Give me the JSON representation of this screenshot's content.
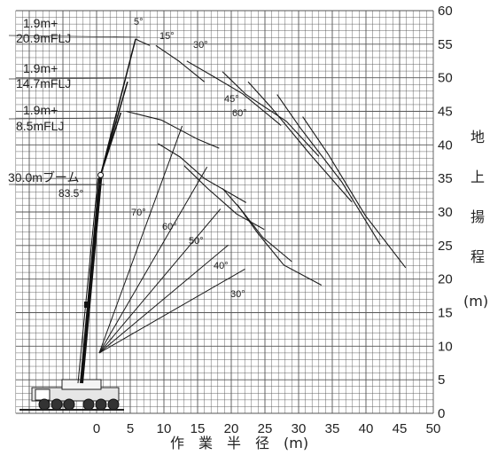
{
  "chart_data": {
    "type": "line",
    "title": "",
    "xlabel": "作　業　半　径　(m)",
    "ylabel_chars": [
      "地",
      "上",
      "揚",
      "程",
      "(m)"
    ],
    "xlim": [
      0,
      50
    ],
    "ylim": [
      0,
      60
    ],
    "x_ticks": [
      "0",
      "5",
      "10",
      "15",
      "20",
      "25",
      "30",
      "35",
      "40",
      "45",
      "50"
    ],
    "y_ticks": [
      "0",
      "5",
      "10",
      "15",
      "20",
      "25",
      "30",
      "35",
      "40",
      "45",
      "50",
      "55",
      "60"
    ],
    "grid": true,
    "annotations": {
      "config_20_9": [
        "1.9m+",
        "20.9mFLJ"
      ],
      "config_14_7": [
        "1.9m+",
        "14.7mFLJ"
      ],
      "config_8_5": [
        "1.9m+",
        "8.5mFLJ"
      ],
      "boom": "30.0mブーム",
      "boom_angle": "83.5°"
    },
    "boom_angles": [
      "70°",
      "60°",
      "50°",
      "40°",
      "30°"
    ],
    "jib_offsets": [
      "5°",
      "15°",
      "30°",
      "45°",
      "60°"
    ],
    "series": [
      {
        "x": [
          5.8,
          6.3,
          7.9
        ],
        "y": [
          55.8,
          55.5,
          54.8
        ]
      },
      {
        "x": [
          8.8,
          12.2,
          16.0
        ],
        "y": [
          54.8,
          52.5,
          49.4
        ]
      },
      {
        "x": [
          13.4,
          17.5,
          21.7,
          27.4
        ],
        "y": [
          52.5,
          50.1,
          47.6,
          42.9
        ]
      },
      {
        "x": [
          18.7,
          22.2,
          28.2,
          33.0
        ],
        "y": [
          50.9,
          47.5,
          43.5,
          38.3
        ]
      },
      {
        "x": [
          22.5,
          26.0,
          31.7,
          37.9
        ],
        "y": [
          49.4,
          45.5,
          38.6,
          31.5
        ]
      },
      {
        "x": [
          26.8,
          30.2,
          36.4,
          42.1
        ],
        "y": [
          47.5,
          42.6,
          34.5,
          25.2
        ]
      },
      {
        "x": [
          30.6,
          34.4,
          39.9,
          45.9
        ],
        "y": [
          44.2,
          38.6,
          29.5,
          21.7
        ]
      },
      {
        "x": [
          4.4,
          9.6,
          15.1,
          18.2
        ],
        "y": [
          45.0,
          43.7,
          40.8,
          39.5
        ]
      },
      {
        "x": [
          9.1,
          12.4,
          16.0,
          22.2
        ],
        "y": [
          40.2,
          38.2,
          35.0,
          31.4
        ]
      },
      {
        "x": [
          13.0,
          16.5,
          20.8,
          24.9
        ],
        "y": [
          36.9,
          33.5,
          29.7,
          27.4
        ]
      },
      {
        "x": [
          18.7,
          21.5,
          24.7,
          29.0
        ],
        "y": [
          33.5,
          30.3,
          26.2,
          22.6
        ]
      },
      {
        "x": [
          20.9,
          23.9,
          27.8,
          33.4
        ],
        "y": [
          31.1,
          26.9,
          22.1,
          19.1
        ]
      }
    ]
  }
}
